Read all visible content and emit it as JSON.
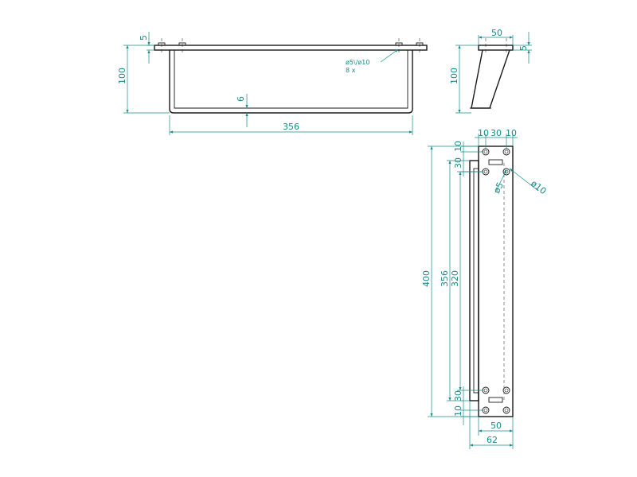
{
  "front_view": {
    "dim_plate_thickness": "5",
    "dim_height": "100",
    "dim_bar_thickness": "6",
    "dim_length": "356",
    "hole_note_line1": "ø5\\/ø10",
    "hole_note_line2": "8 x"
  },
  "side_view": {
    "dim_width": "50",
    "dim_plate_thickness": "5",
    "dim_height": "100"
  },
  "top_view": {
    "dim_top_10a": "10",
    "dim_top_30": "30",
    "dim_top_10b": "10",
    "dim_left_30": "30",
    "dim_left_10": "10",
    "dim_hole": "ø5",
    "dim_counterbore": "ø10",
    "dim_total_400": "400",
    "dim_356": "356",
    "dim_320": "320",
    "dim_bottom_30": "30",
    "dim_bottom_10": "10",
    "dim_width_50": "50",
    "dim_width_62": "62"
  },
  "colors": {
    "dimension": "#1b8a8a",
    "part": "#1a1a1a"
  }
}
